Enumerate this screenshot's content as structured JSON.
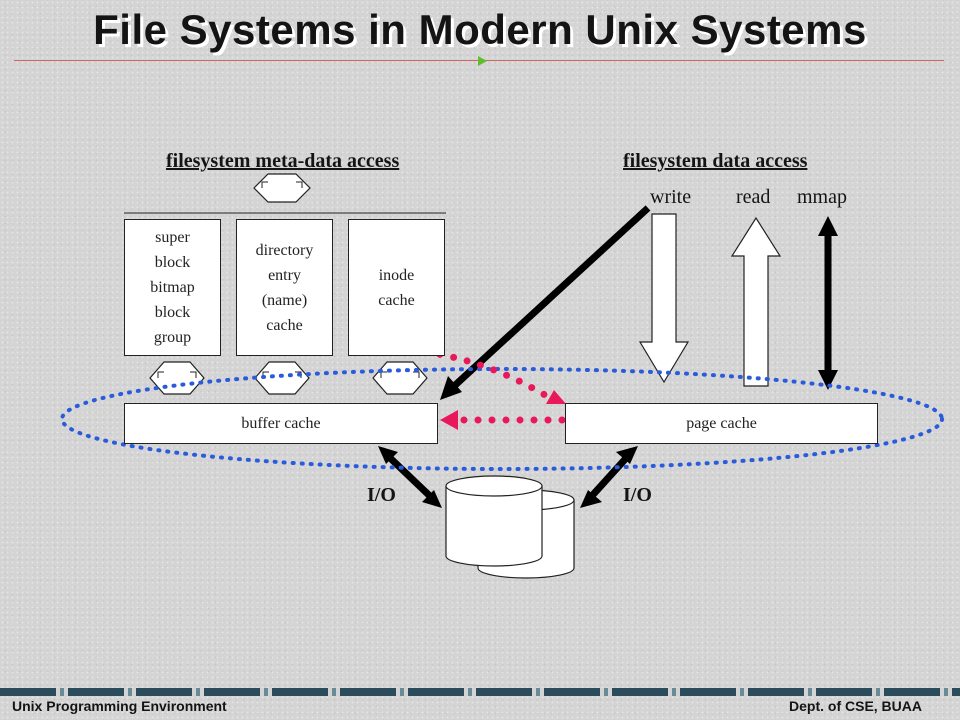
{
  "title": "File Systems in Modern Unix Systems",
  "headings": {
    "meta": "filesystem meta-data access",
    "data": "filesystem data access"
  },
  "operations": {
    "write": "write",
    "read": "read",
    "mmap": "mmap"
  },
  "boxes": {
    "superblock": [
      "super",
      "block",
      "bitmap",
      "block",
      "group"
    ],
    "dentry": [
      "directory",
      "entry",
      "(name)",
      "cache"
    ],
    "inode": [
      "inode",
      "cache"
    ]
  },
  "caches": {
    "buffer": "buffer cache",
    "page": "page cache"
  },
  "io": {
    "left": "I/O",
    "right": "I/O"
  },
  "footer": {
    "left": "Unix Programming Environment",
    "right": "Dept. of CSE, BUAA"
  },
  "colors": {
    "ellipse": "#2a5bdc",
    "dotted_arrow": "#e8185a",
    "marker": "#5fbf2a"
  }
}
